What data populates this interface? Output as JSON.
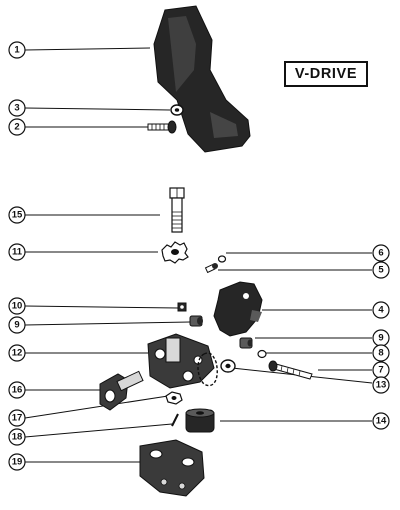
{
  "title": "V-DRIVE",
  "colors": {
    "ink": "#111111",
    "part_dark": "#262626",
    "part_mid": "#5a5a5a",
    "paper": "#ffffff"
  },
  "callouts": [
    "1",
    "2",
    "3",
    "15",
    "11",
    "6",
    "5",
    "10",
    "4",
    "9",
    "9",
    "8",
    "12",
    "7",
    "16",
    "13",
    "17",
    "14",
    "18",
    "19"
  ],
  "parts": [
    "bracket",
    "screw",
    "washer",
    "bolt",
    "lock-washer",
    "small-washer",
    "small-screw",
    "nut",
    "mount-bracket",
    "bushing",
    "spacer",
    "washer-8",
    "pivot-plate",
    "screw-7",
    "rod-end",
    "washer-13",
    "nut-17",
    "grommet",
    "pin",
    "clamp-block"
  ]
}
